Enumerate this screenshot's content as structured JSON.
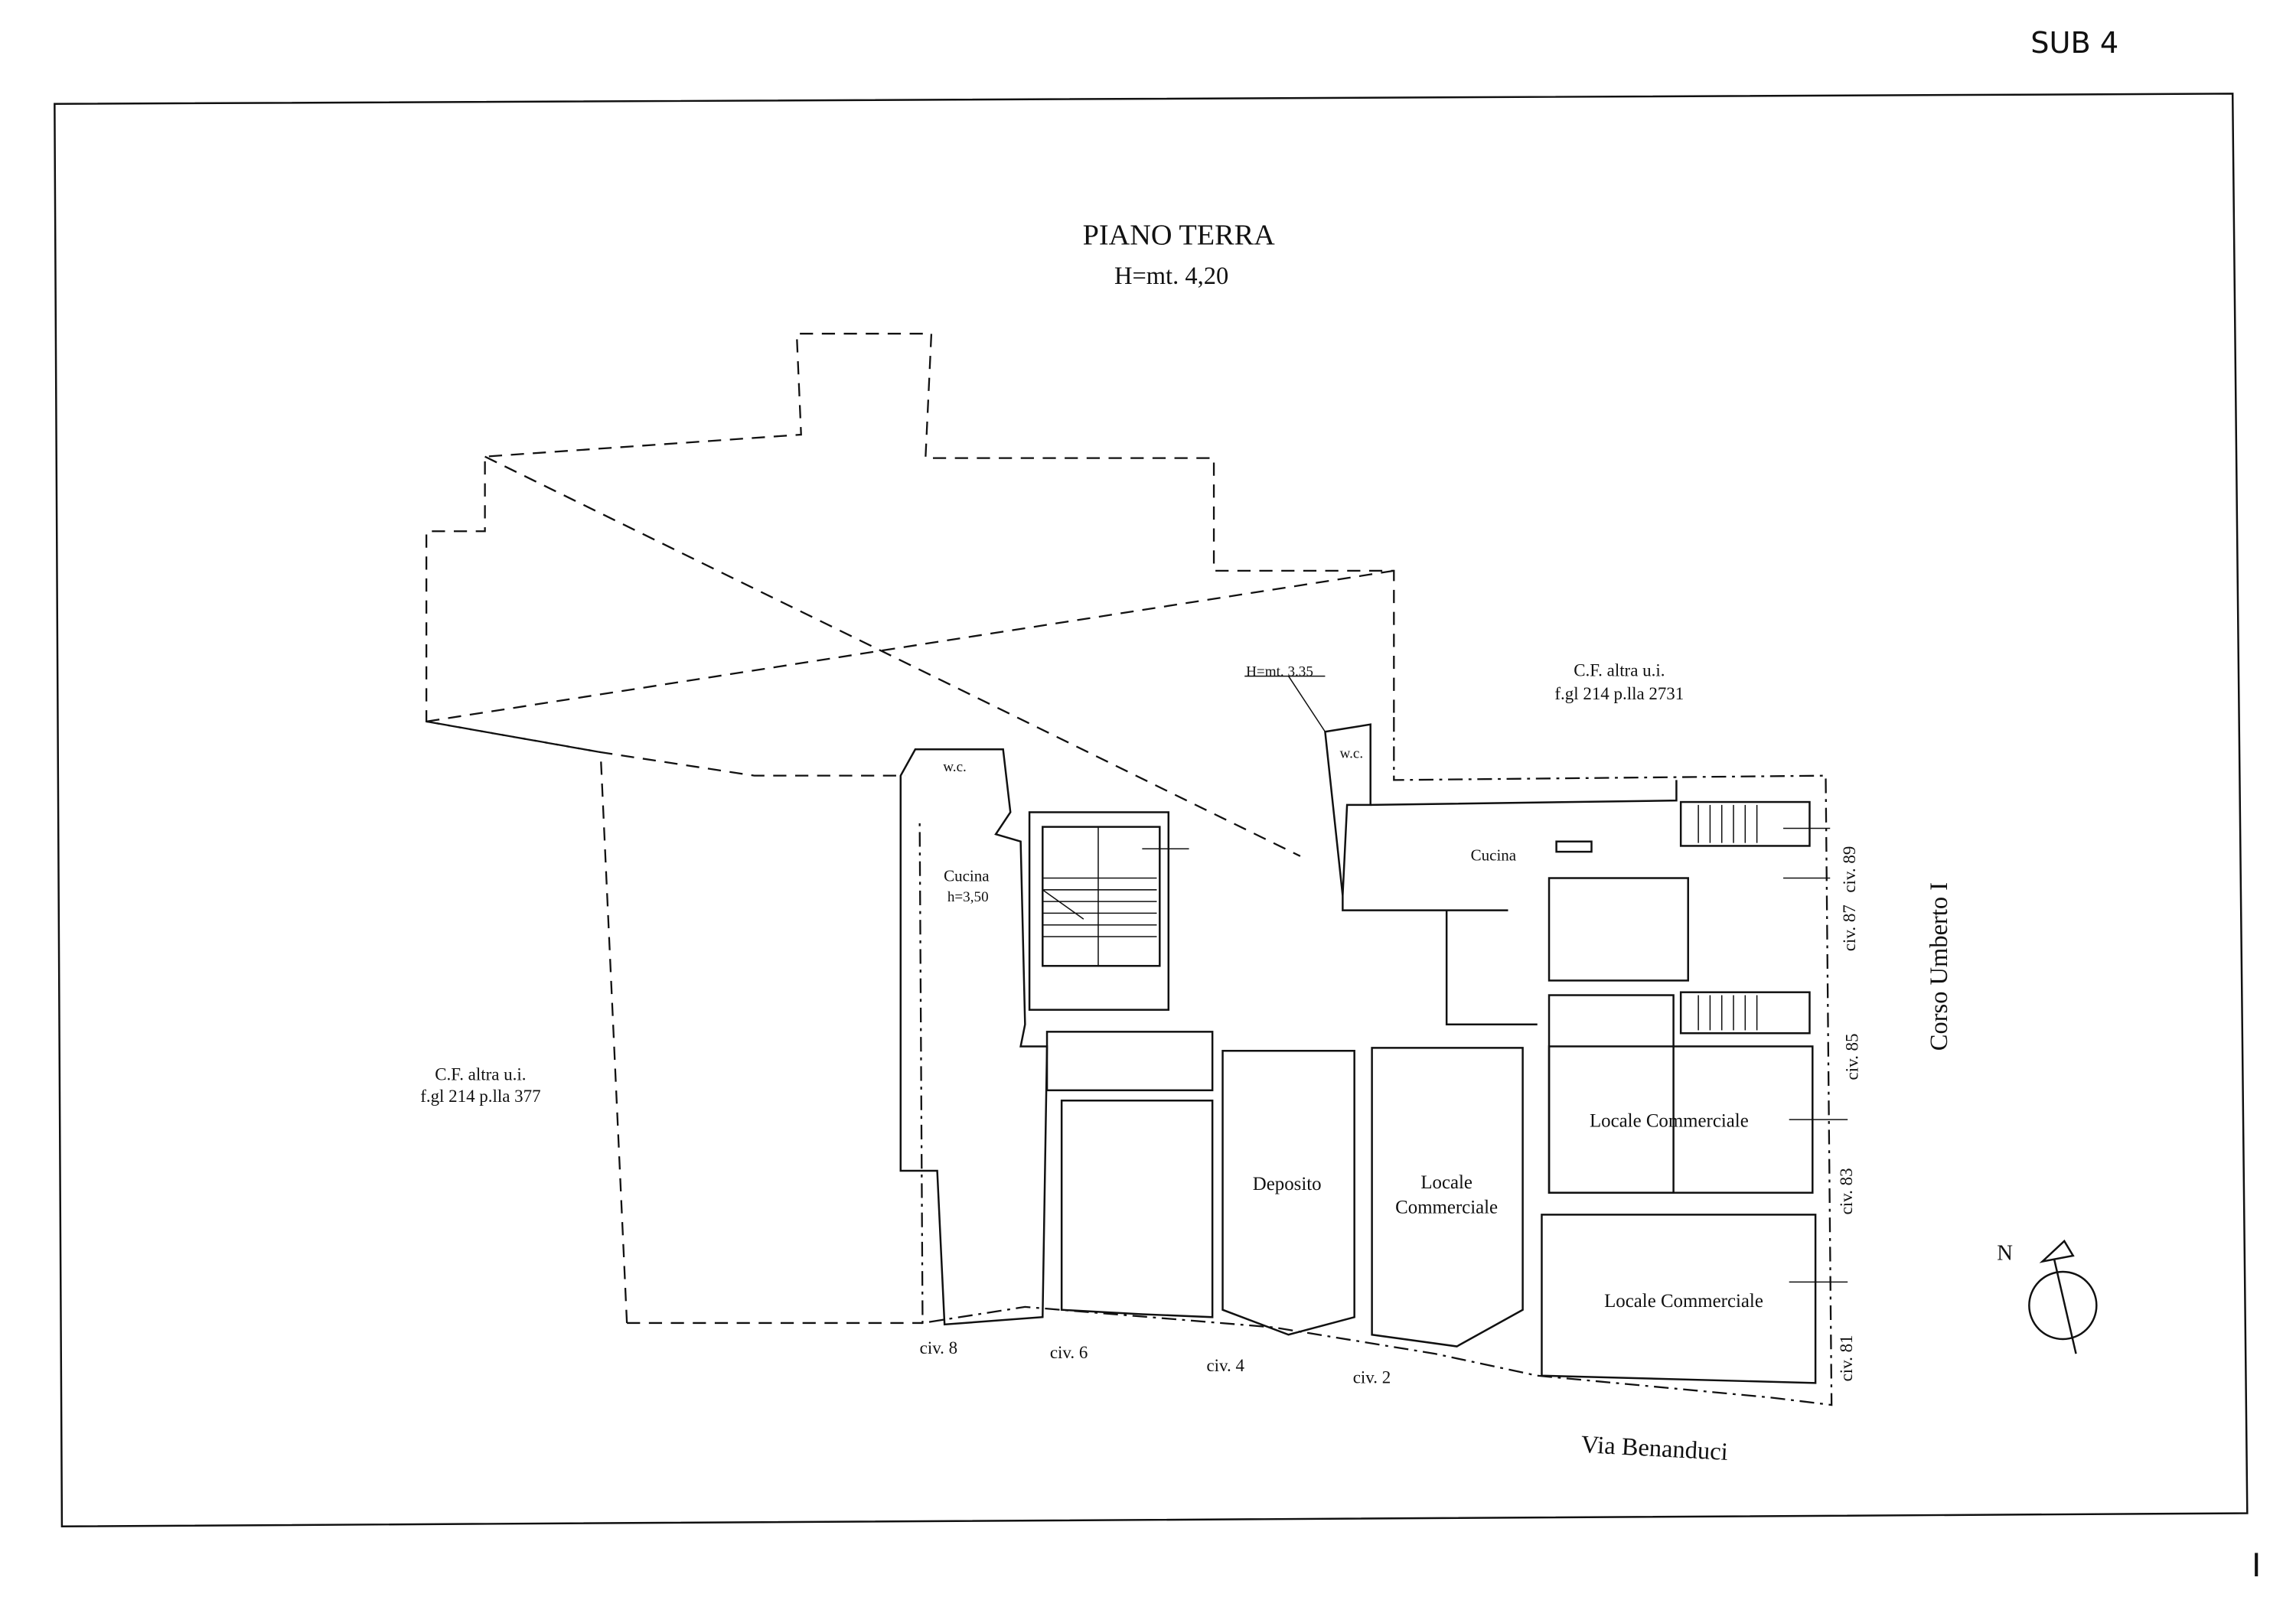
{
  "sheet_mark": "SUB 4",
  "page_mark": "I",
  "title": "PIANO TERRA",
  "height_main": "H=mt. 4,20",
  "height_wc_right": "H=mt. 3.35",
  "neighbors": {
    "right": {
      "line1": "C.F.  altra u.i.",
      "line2": "f.gl 214 p.lla 2731"
    },
    "left": {
      "line1": "C.F.  altra u.i.",
      "line2": "f.gl 214 p.lla 377"
    }
  },
  "rooms": {
    "wc_left": "w.c.",
    "wc_right": "w.c.",
    "cucina_left": "Cucina",
    "cucina_left_height": "h=3,50",
    "cucina_right": "Cucina",
    "deposito": "Deposito",
    "locale_center_1": "Locale",
    "locale_center_2": "Commerciale",
    "locale_right_top": "Locale  Commerciale",
    "locale_right_bottom": "Locale  Commerciale"
  },
  "streets": {
    "bottom": "Via  Benanduci",
    "right": "Corso  Umberto  I"
  },
  "civics_bottom": [
    "civ. 8",
    "civ. 6",
    "civ. 4",
    "civ. 2"
  ],
  "civics_right": [
    "civ. 89",
    "civ. 87",
    "civ. 85",
    "civ. 83",
    "civ. 81"
  ],
  "north_label": "N"
}
